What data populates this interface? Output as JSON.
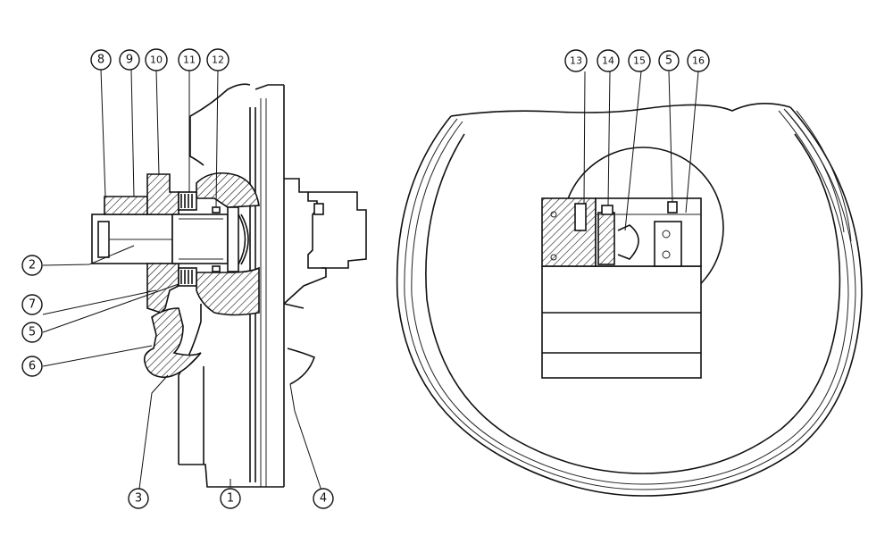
{
  "callouts": [
    {
      "id": "c1",
      "label": "1"
    },
    {
      "id": "c2",
      "label": "2"
    },
    {
      "id": "c3",
      "label": "3"
    },
    {
      "id": "c4",
      "label": "4"
    },
    {
      "id": "c5a",
      "label": "5"
    },
    {
      "id": "c5b",
      "label": "5"
    },
    {
      "id": "c6",
      "label": "6"
    },
    {
      "id": "c7",
      "label": "7"
    },
    {
      "id": "c8",
      "label": "8"
    },
    {
      "id": "c9",
      "label": "9"
    },
    {
      "id": "c10",
      "label": "10"
    },
    {
      "id": "c11",
      "label": "11"
    },
    {
      "id": "c12",
      "label": "12"
    },
    {
      "id": "c13",
      "label": "13"
    },
    {
      "id": "c14",
      "label": "14"
    },
    {
      "id": "c15",
      "label": "15"
    },
    {
      "id": "c16",
      "label": "16"
    }
  ]
}
